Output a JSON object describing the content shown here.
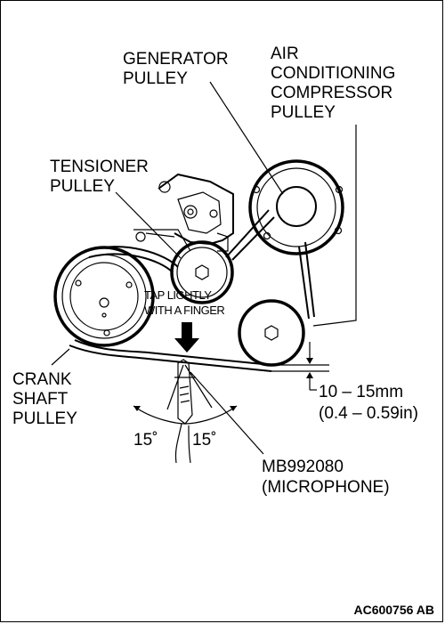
{
  "labels": {
    "generator_1": "GENERATOR",
    "generator_2": "PULLEY",
    "ac_1": "AIR",
    "ac_2": "CONDITIONING",
    "ac_3": "COMPRESSOR",
    "ac_4": "PULLEY",
    "tensioner_1": "TENSIONER",
    "tensioner_2": "PULLEY",
    "tap_1": "TAP LIGHTLY",
    "tap_2": "WITH A FINGER",
    "crank_1": "CRANK",
    "crank_2": "SHAFT",
    "crank_3": "PULLEY",
    "deflection_1": "10 – 15mm",
    "deflection_2": "(0.4 – 0.59in)",
    "angle_left": "15˚",
    "angle_right": "15˚",
    "tool_1": "MB992080",
    "tool_2": "(MICROPHONE)",
    "figure_code": "AC600756 AB"
  }
}
